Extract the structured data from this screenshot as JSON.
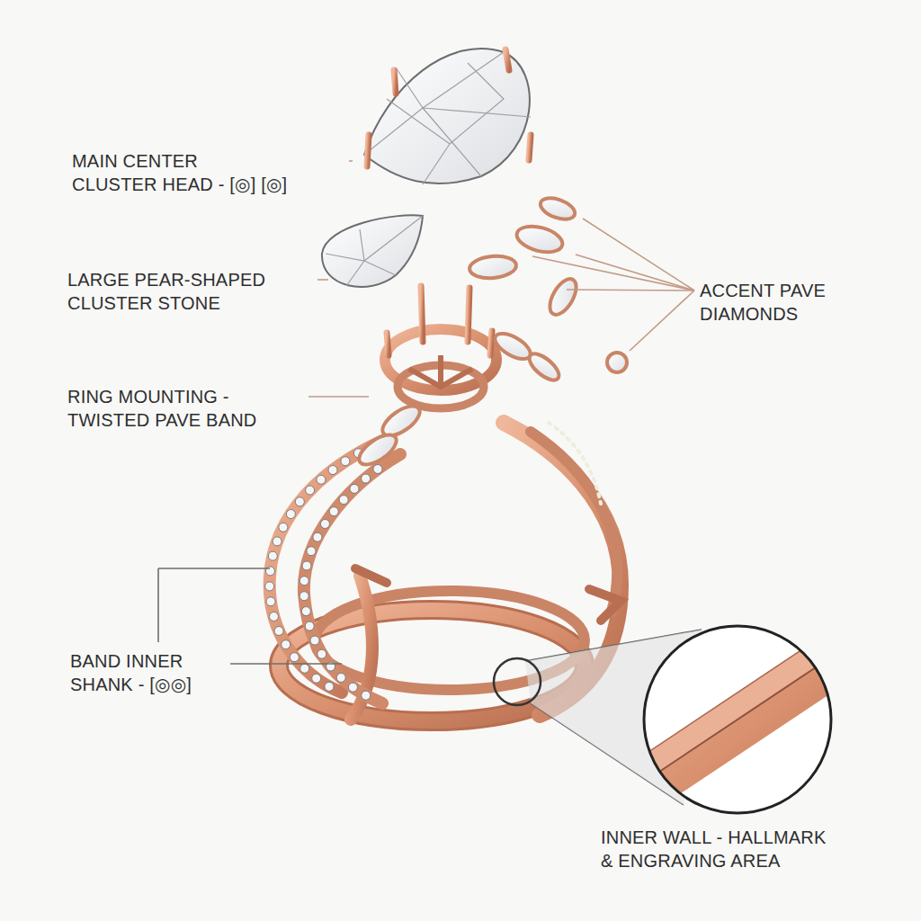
{
  "diagram": {
    "labels": [
      "MAIN CENTER CLUSTER HEAD - [◎] [◎]",
      "LARGE PEAR-SHAPED CLUSTER STONE",
      "ACCENT PAVE DIAMONDS",
      "RING MOUNTING - TWISTED PAVE BAND",
      "BAND INNER SHANK - [◎◎]",
      "INNER WALL - HALLMARK & ENGRAVING AREA"
    ]
  }
}
